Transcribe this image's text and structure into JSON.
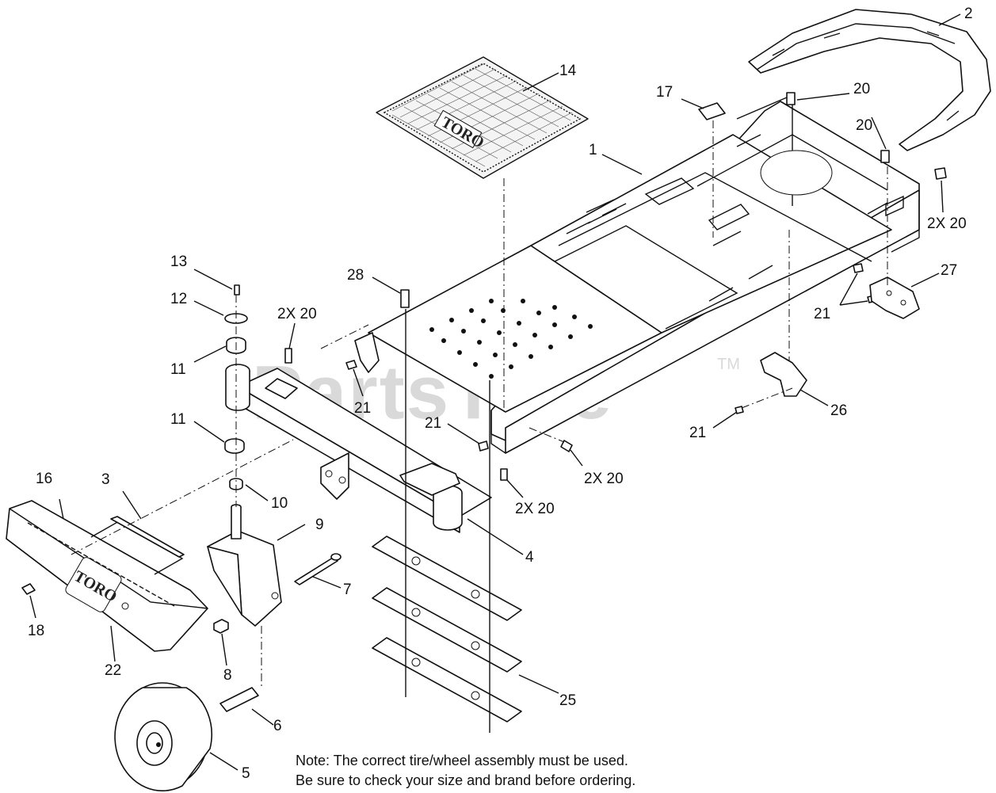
{
  "watermark": {
    "text": "PartsTree",
    "trademark": "TM"
  },
  "callouts": [
    {
      "id": "c1",
      "label": "1"
    },
    {
      "id": "c2",
      "label": "2"
    },
    {
      "id": "c3",
      "label": "3"
    },
    {
      "id": "c4",
      "label": "4"
    },
    {
      "id": "c5",
      "label": "5"
    },
    {
      "id": "c6",
      "label": "6"
    },
    {
      "id": "c7",
      "label": "7"
    },
    {
      "id": "c8",
      "label": "8"
    },
    {
      "id": "c9",
      "label": "9"
    },
    {
      "id": "c10",
      "label": "10"
    },
    {
      "id": "c11a",
      "label": "11"
    },
    {
      "id": "c11b",
      "label": "11"
    },
    {
      "id": "c12",
      "label": "12"
    },
    {
      "id": "c13",
      "label": "13"
    },
    {
      "id": "c14",
      "label": "14"
    },
    {
      "id": "c16",
      "label": "16"
    },
    {
      "id": "c17",
      "label": "17"
    },
    {
      "id": "c18",
      "label": "18"
    },
    {
      "id": "c20a",
      "label": "20"
    },
    {
      "id": "c20b",
      "label": "20"
    },
    {
      "id": "c2x20a",
      "label": "2X 20"
    },
    {
      "id": "c2x20b",
      "label": "2X 20"
    },
    {
      "id": "c2x20c",
      "label": "2X 20"
    },
    {
      "id": "c2x20d",
      "label": "2X 20"
    },
    {
      "id": "c21a",
      "label": "21"
    },
    {
      "id": "c21b",
      "label": "21"
    },
    {
      "id": "c21c",
      "label": "21"
    },
    {
      "id": "c21d",
      "label": "21"
    },
    {
      "id": "c22",
      "label": "22"
    },
    {
      "id": "c25",
      "label": "25"
    },
    {
      "id": "c26",
      "label": "26"
    },
    {
      "id": "c27",
      "label": "27"
    },
    {
      "id": "c28",
      "label": "28"
    }
  ],
  "logos": {
    "mat_logo": "TORO",
    "shroud_logo": "TORO"
  },
  "note": {
    "line1": "Note: The correct tire/wheel assembly must be used.",
    "line2": "Be sure to check your size and brand before ordering."
  }
}
